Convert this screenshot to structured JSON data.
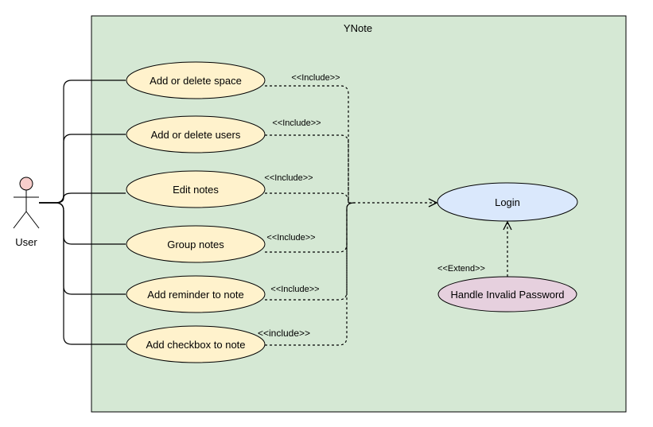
{
  "system": {
    "title": "YNote"
  },
  "actor": {
    "name": "User"
  },
  "use_cases": [
    {
      "id": "uc1",
      "label": "Add or delete space",
      "include_label": "<<Include>>"
    },
    {
      "id": "uc2",
      "label": "Add or delete users",
      "include_label": "<<Include>>"
    },
    {
      "id": "uc3",
      "label": "Edit notes",
      "include_label": "<<Include>>"
    },
    {
      "id": "uc4",
      "label": "Group notes",
      "include_label": "<<Include>>"
    },
    {
      "id": "uc5",
      "label": "Add reminder to note",
      "include_label": "<<Include>>"
    },
    {
      "id": "uc6",
      "label": "Add checkbox to note",
      "include_label": "<<include>>"
    }
  ],
  "login": {
    "label": "Login"
  },
  "handle_invalid": {
    "label": "Handle Invalid Password",
    "extend_label": "<<Extend>>"
  },
  "colors": {
    "system_fill": "#d5e8d4",
    "use_case_fill": "#fff2cc",
    "login_fill": "#dae8fc",
    "extend_fill": "#e6d0de",
    "actor_head": "#f8cecc",
    "stroke": "#000000"
  }
}
